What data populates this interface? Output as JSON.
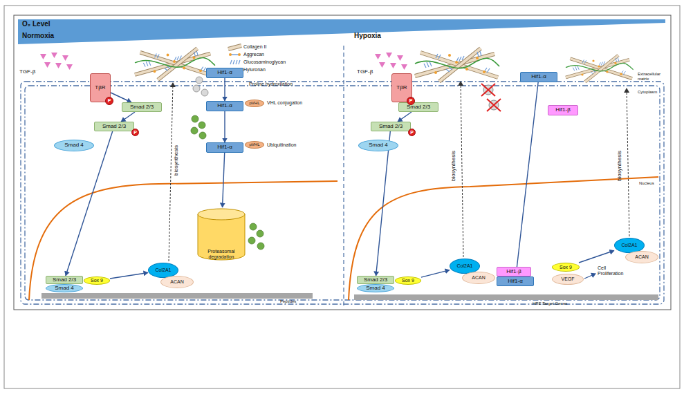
{
  "diagram": {
    "nodes": [
      {
        "text": [
          "TβR"
        ]
      },
      {
        "text": [
          "Smad 2/3"
        ]
      },
      {
        "text": [
          "Smad 2/3"
        ]
      },
      {
        "text": [
          "Smad 4"
        ]
      },
      {
        "text": [
          "Smad 2/3"
        ]
      },
      {
        "text": [
          "Smad 4"
        ]
      },
      {
        "text": [
          "Sox 9"
        ]
      },
      {
        "text": [
          "Col2A1"
        ]
      },
      {
        "text": [
          "ACAN"
        ]
      },
      {
        "text": [
          "Hif1-α"
        ]
      },
      {
        "text": [
          "pVHL"
        ]
      },
      {
        "text": [
          "Hif1-α"
        ]
      },
      {
        "text": [
          "pVHL"
        ]
      },
      {
        "text": [
          "Hif1-α"
        ]
      },
      {
        "text": [
          "Proteasomal degradation"
        ]
      },
      {
        "text": [
          "TβR"
        ]
      },
      {
        "text": [
          "Smad 2/3"
        ]
      },
      {
        "text": [
          "Smad 2/3"
        ]
      },
      {
        "text": [
          "Smad 4"
        ]
      },
      {
        "text": [
          "Smad 2/3"
        ]
      },
      {
        "text": [
          "Smad 4"
        ]
      },
      {
        "text": [
          "Sox 9"
        ]
      },
      {
        "text": [
          "Col2A1"
        ]
      },
      {
        "text": [
          "ACAN"
        ]
      },
      {
        "text": [
          "Hif1-α"
        ]
      },
      {
        "text": [
          "Hif1-β"
        ]
      },
      {
        "text": [
          "Hif1-β"
        ]
      },
      {
        "text": [
          "Hif1-α"
        ]
      },
      {
        "text": [
          "Sox 9"
        ]
      },
      {
        "text": [
          "VEGF"
        ]
      },
      {
        "text": [
          "Col2A1"
        ]
      },
      {
        "text": [
          "ACAN"
        ]
      },
      {
        "text": [
          "P"
        ]
      },
      {
        "text": [
          "P"
        ]
      },
      {
        "text": [
          "P"
        ]
      },
      {
        "text": [
          "P"
        ]
      }
    ],
    "edges": [
      {
        "from": 0,
        "to": 1,
        "arrow": "to"
      },
      {
        "from": 1,
        "to": 2,
        "arrow": "to"
      },
      {
        "from": 2,
        "to": 4,
        "arrow": "to"
      },
      {
        "from": 6,
        "to": 7,
        "arrow": "to"
      },
      {
        "from": 9,
        "to": 11,
        "arrow": "to"
      },
      {
        "from": 11,
        "to": 13,
        "arrow": "to"
      },
      {
        "from": 13,
        "to": 14,
        "arrow": "to"
      },
      {
        "from": 15,
        "to": 16,
        "arrow": "to"
      },
      {
        "from": 16,
        "to": 17,
        "arrow": "to"
      },
      {
        "from": 17,
        "to": 19,
        "arrow": "to"
      },
      {
        "from": 21,
        "to": 22,
        "arrow": "to"
      },
      {
        "from": 24,
        "to": 27,
        "arrow": "to"
      },
      {
        "from": 28,
        "to": 30,
        "arrow": "to"
      }
    ],
    "labels": [
      "O₂ Level",
      "Normoxia",
      "Hypoxia",
      "TGF-β",
      "biosynthesis",
      "Proline hydroxilation",
      "VHL conjugation",
      "Ubiquitination",
      "Peptides",
      "TGF-β",
      "biosynthesis",
      "biosynthesis",
      "Extracellular matrix",
      "Cytoplasm",
      "Nucleus",
      "Cell Proliferation",
      "HRE Target Genes"
    ],
    "legend": [
      {
        "text": "Collagen II"
      },
      {
        "text": "Aggrecan"
      },
      {
        "text": "Glucosaminoglycan"
      },
      {
        "text": "Hyluronan"
      }
    ]
  }
}
